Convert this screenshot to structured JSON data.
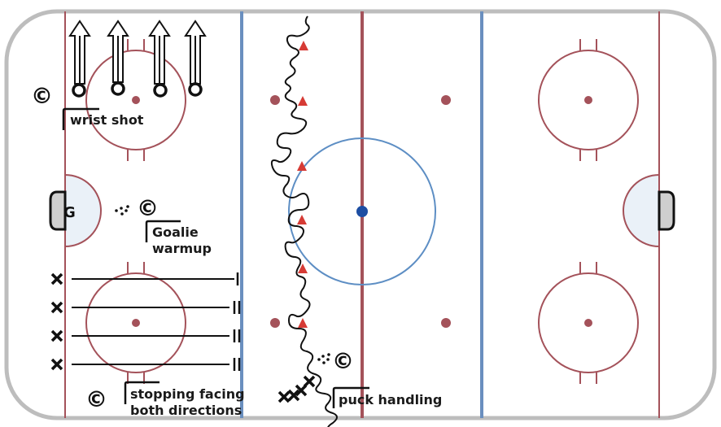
{
  "colors": {
    "red_line": "#a4525a",
    "blue_line": "#6a8fbf",
    "center_circle": "#5d8ec4",
    "center_dot": "#1d4ea3",
    "faceoff_circle": "#a4525a",
    "cone": "#d63b35",
    "crease_fill": "#eaf1f8",
    "net_fill": "#cfcfcf",
    "ink": "#111111"
  },
  "labels": {
    "wrist_shot": "wrist shot",
    "goalie_line1": "Goalie",
    "goalie_line2": "warmup",
    "stopping_line1": "stopping facing",
    "stopping_line2": "both directions",
    "puck_handling": "puck handling"
  },
  "symbols": {
    "coach": "©",
    "goalie": "G"
  },
  "drills": {
    "wrist_shot_players": 4,
    "stopping_skaters": 4,
    "puck_handling_cones": 6
  }
}
